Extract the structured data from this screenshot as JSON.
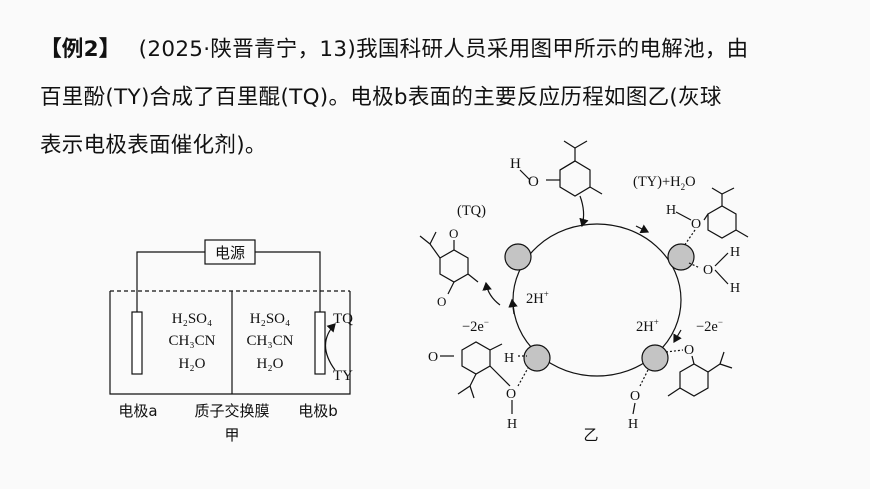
{
  "problem": {
    "tag": "【例2】",
    "source": "(2025·陕晋青宁，13)",
    "text_line1": "我国科研人员采用图甲所示的电解池，由",
    "text_line2": "百里酚(TY)合成了百里醌(TQ)。电极b表面的主要反应历程如图乙(灰球",
    "text_line3": "表示电极表面催化剂)。"
  },
  "figure_jia": {
    "power_label": "电源",
    "left_solution": [
      "H₂SO₄",
      "CH₃CN",
      "H₂O"
    ],
    "right_solution": [
      "H₂SO₄",
      "CH₃CN",
      "H₂O"
    ],
    "tq_label": "TQ",
    "ty_label": "TY",
    "electrode_a": "电极a",
    "membrane": "质子交换膜",
    "electrode_b": "电极b",
    "caption": "甲"
  },
  "figure_yi": {
    "tq_label": "(TQ)",
    "ty_label": "(TY)+H",
    "ty_sub": "2",
    "ty_o": "O",
    "proton_left": "2H",
    "proton_right": "2H",
    "plus": "+",
    "minus": "−",
    "electron_left": "−2e",
    "electron_right": "−2e",
    "atom_H": "H",
    "atom_O": "O",
    "caption": "乙"
  },
  "colors": {
    "catalyst_ball": "#c4c4c4",
    "ink": "#111111",
    "background": "#fafafa"
  }
}
